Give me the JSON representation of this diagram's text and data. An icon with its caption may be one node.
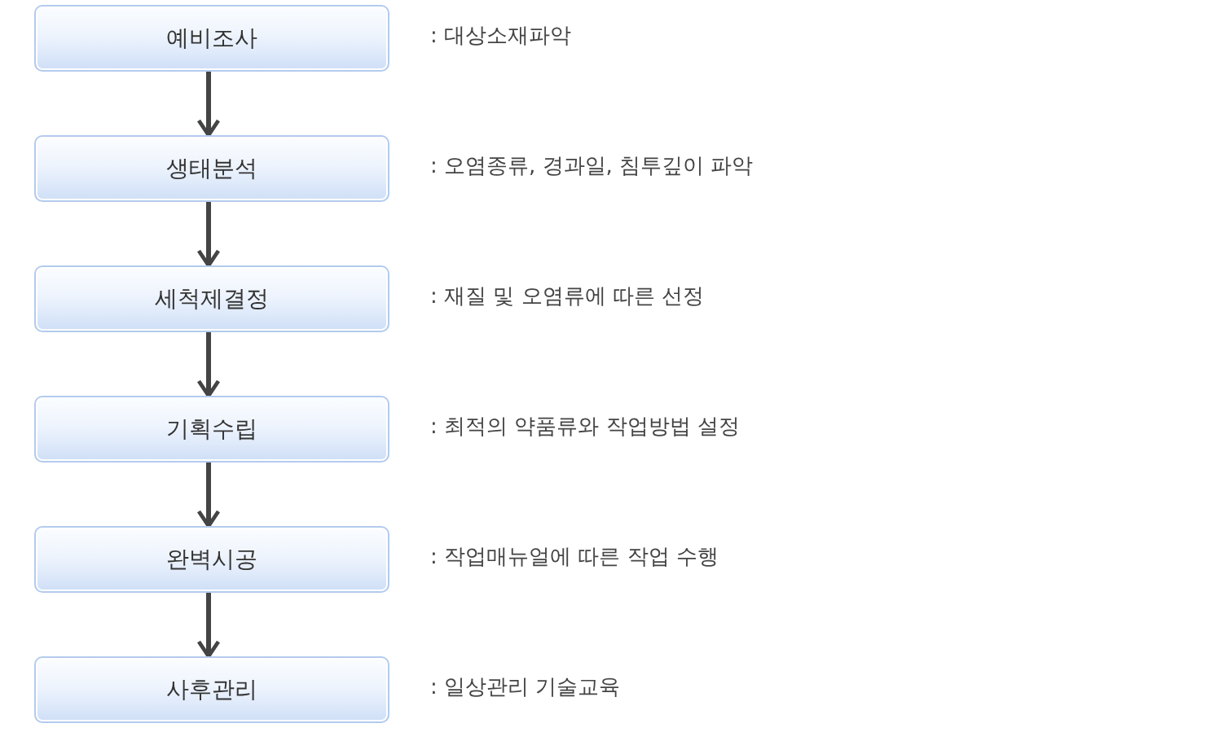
{
  "diagram": {
    "nodes": [
      {
        "text": [
          "예비조사"
        ],
        "beside": [
          ": 대상소재파악"
        ]
      },
      {
        "text": [
          "생태분석"
        ],
        "beside": [
          ": 오염종류, 경과일, 침투깊이 파악"
        ]
      },
      {
        "text": [
          "세척제결정"
        ],
        "beside": [
          ": 재질 및 오염류에 따른 선정"
        ]
      },
      {
        "text": [
          "기획수립"
        ],
        "beside": [
          ": 최적의 약품류와 작업방법 설정"
        ]
      },
      {
        "text": [
          "완벽시공"
        ],
        "beside": [
          ": 작업매뉴얼에 따른 작업 수행"
        ]
      },
      {
        "text": [
          "사후관리"
        ],
        "beside": [
          ": 일상관리 기술교육"
        ]
      }
    ],
    "edges": [
      {
        "from": 0,
        "to": 1,
        "arrow": "to"
      },
      {
        "from": 1,
        "to": 2,
        "arrow": "to"
      },
      {
        "from": 2,
        "to": 3,
        "arrow": "to"
      },
      {
        "from": 3,
        "to": 4,
        "arrow": "to"
      },
      {
        "from": 4,
        "to": 5,
        "arrow": "to"
      }
    ]
  }
}
